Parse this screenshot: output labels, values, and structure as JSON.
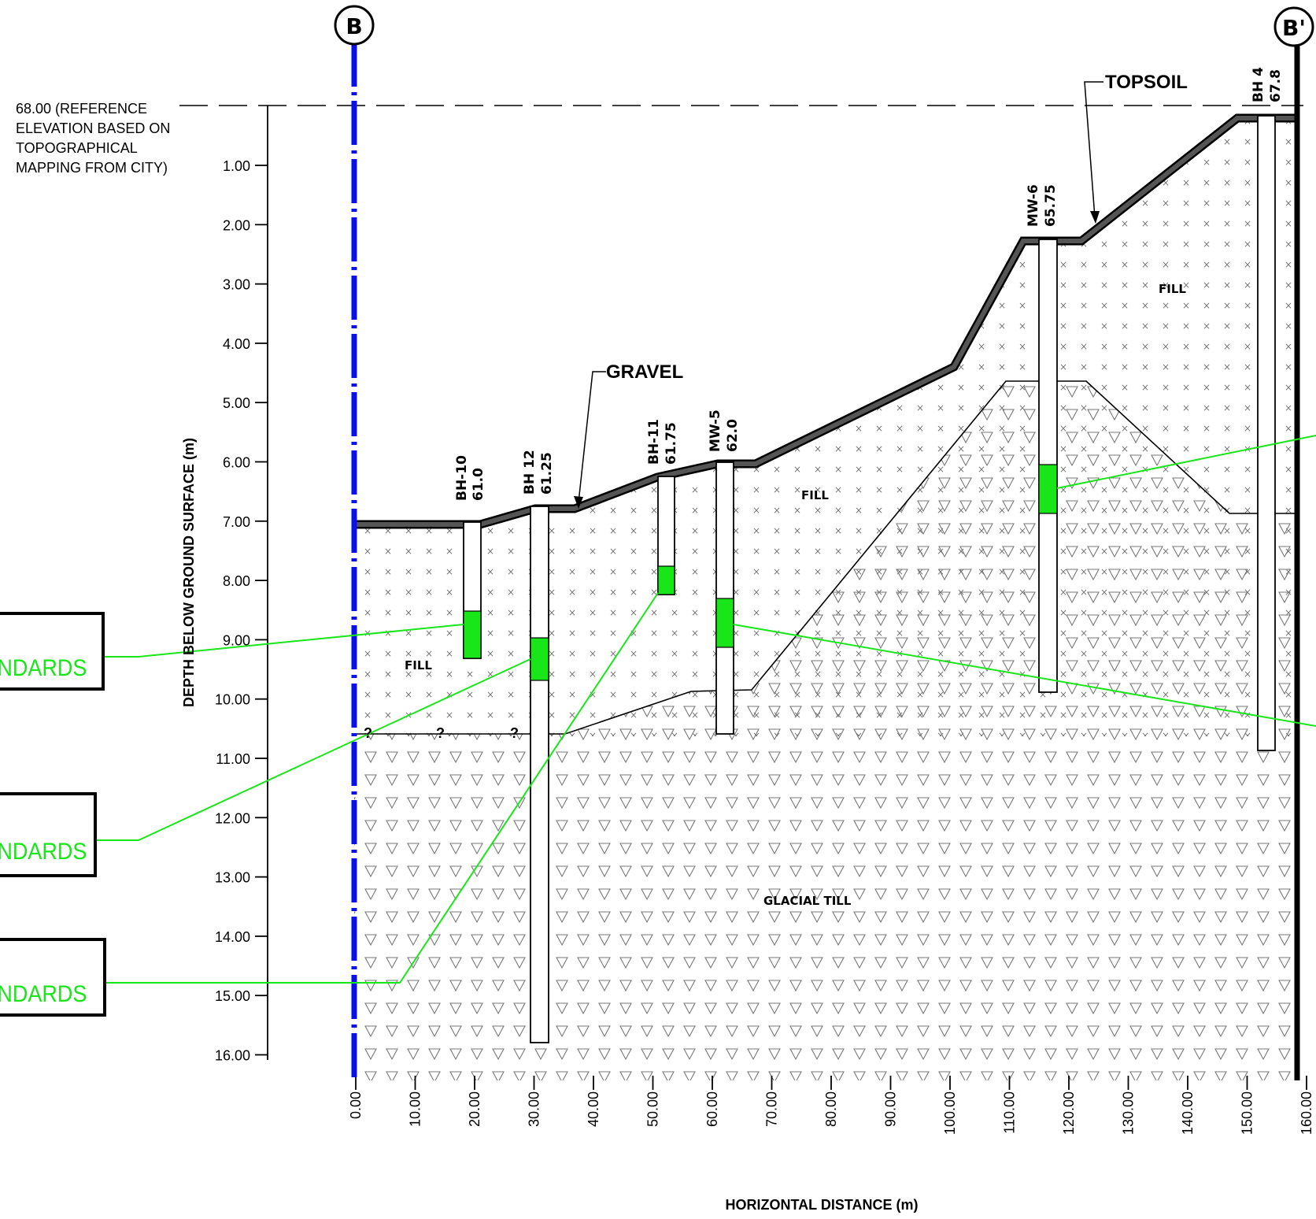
{
  "section": {
    "start_marker": "B",
    "end_marker": "B'"
  },
  "axes": {
    "y_label": "DEPTH BELOW GROUND SURFACE (m)",
    "x_label": "HORIZONTAL DISTANCE (m)",
    "y_ticks": [
      "1.00",
      "2.00",
      "3.00",
      "4.00",
      "5.00",
      "6.00",
      "7.00",
      "8.00",
      "9.00",
      "10.00",
      "11.00",
      "12.00",
      "13.00",
      "14.00",
      "15.00",
      "16.00"
    ],
    "x_ticks": [
      "0.00",
      "10.00",
      "20.00",
      "30.00",
      "40.00",
      "50.00",
      "60.00",
      "70.00",
      "80.00",
      "90.00",
      "100.00",
      "110.00",
      "120.00",
      "130.00",
      "140.00",
      "150.00",
      "160.00"
    ]
  },
  "reference": {
    "lines": [
      "68.00 (REFERENCE",
      "ELEVATION BASED ON",
      "TOPOGRAPHICAL",
      "MAPPING FROM CITY)"
    ]
  },
  "annotations": {
    "gravel": "GRAVEL",
    "topsoil": "TOPSOIL",
    "fill_1": "FILL",
    "fill_2": "FILL",
    "fill_3": "FILL",
    "glacial_till": "GLACIAL TILL",
    "unknown_marks": [
      "?",
      "?",
      "?"
    ]
  },
  "boreholes": [
    {
      "id": "BH-10",
      "elevation": "61.0"
    },
    {
      "id": "BH 12",
      "elevation": "61.25"
    },
    {
      "id": "BH-11",
      "elevation": "61.75"
    },
    {
      "id": "MW-5",
      "elevation": "62.0"
    },
    {
      "id": "MW-6",
      "elevation": "65.75"
    },
    {
      "id": "BH 4",
      "elevation": "67.8"
    }
  ],
  "callouts": [
    "NDARDS",
    "NDARDS",
    "NDARDS"
  ],
  "colors": {
    "sample_green": "#19e619",
    "centerline_blue": "#0a10e8",
    "surface_gray": "#555555"
  }
}
